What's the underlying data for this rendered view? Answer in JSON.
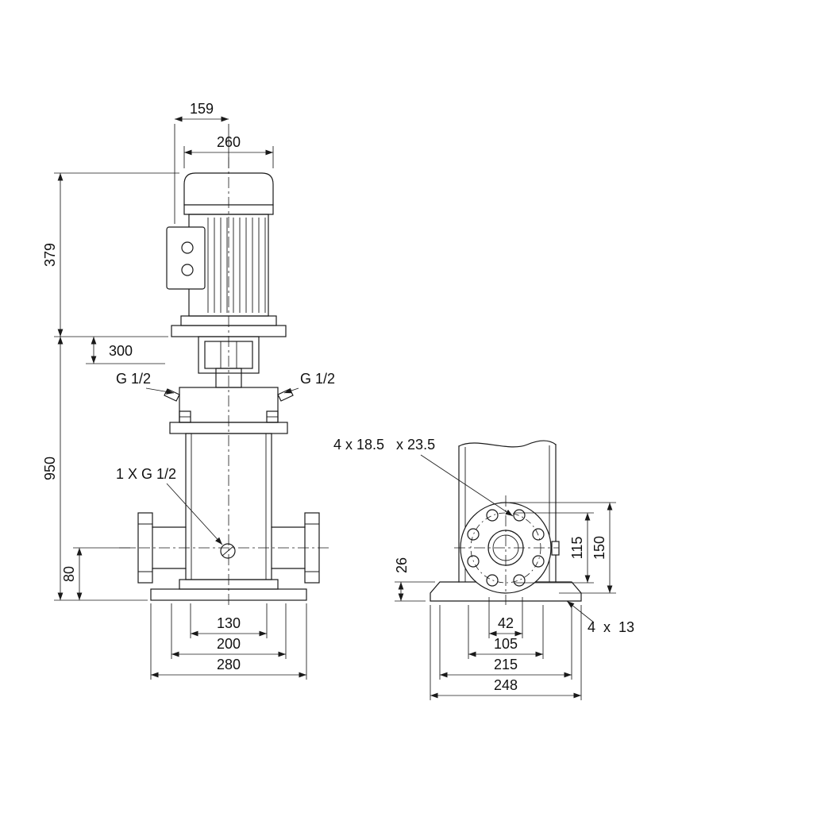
{
  "drawing": {
    "front_view": {
      "dim_159": "159",
      "dim_260": "260",
      "dim_379": "379",
      "dim_300": "300",
      "dim_950": "950",
      "dim_80": "80",
      "dim_130": "130",
      "dim_200": "200",
      "dim_280": "280",
      "label_vent_left": "G 1/2",
      "label_vent_right": "G 1/2",
      "label_drain": "1 X G 1/2"
    },
    "side_view": {
      "label_flange_holes": "4 x 18.5   x 23.5",
      "dim_26": "26",
      "dim_115": "115",
      "dim_150": "150",
      "dim_42": "42",
      "dim_105": "105",
      "dim_215": "215",
      "dim_248": "248",
      "label_base_holes": "4  x  13"
    },
    "colors": {
      "line": "#1a1a1a",
      "background": "#ffffff"
    }
  }
}
